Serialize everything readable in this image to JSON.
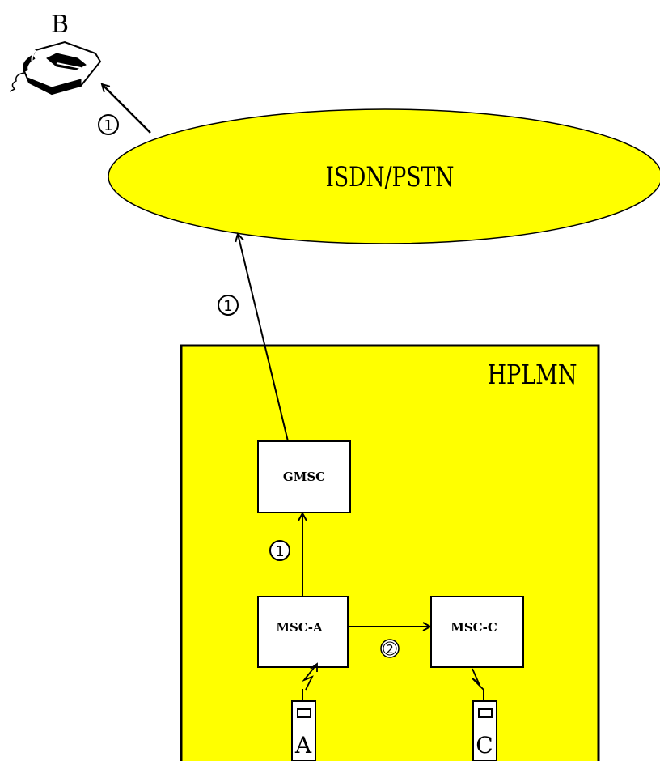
{
  "colors": {
    "network_fill": "#ffff00",
    "stroke": "#000000",
    "node_fill": "#ffffff"
  },
  "labels": {
    "phone_b": "B",
    "cloud": "ISDN/PSTN",
    "network": "HPLMN",
    "gmsc": "GMSC",
    "msc_a": "MSC-A",
    "msc_c": "MSC-C",
    "mobile_a": "A",
    "mobile_c": "C"
  },
  "steps": {
    "one": "1",
    "two": "2"
  },
  "icons": {
    "phone": "telephone-icon",
    "mobile": "mobile-phone-icon",
    "radio": "radio-link-icon"
  }
}
